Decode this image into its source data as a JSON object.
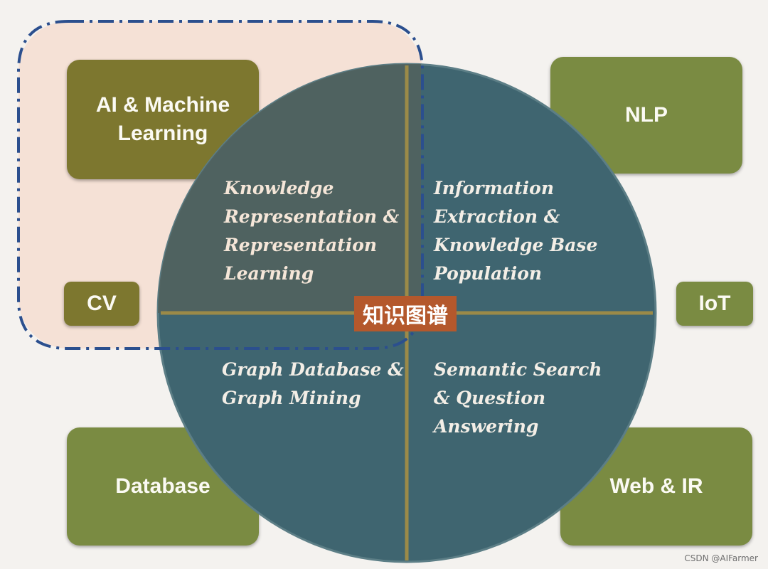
{
  "boxes": {
    "ai_line1": "AI & Machine",
    "ai_line2": "Learning",
    "cv": "CV",
    "nlp": "NLP",
    "iot": "IoT",
    "database": "Database",
    "web_ir": "Web & IR"
  },
  "center": "知识图谱",
  "quadrants": {
    "top_left": [
      "Knowledge",
      "Representation &",
      "Representation",
      "Learning"
    ],
    "top_right": [
      "Information",
      "Extraction &",
      "Knowledge Base",
      "Population"
    ],
    "bottom_left": [
      "Graph Database &",
      "Graph Mining"
    ],
    "bottom_right": [
      "Semantic Search",
      "& Question",
      "Answering"
    ]
  },
  "credit": "CSDN @AIFarmer",
  "colors": {
    "circle": "#3f6570",
    "box_olive": "#7d772f",
    "box_green": "#7a8b42",
    "region_fill": "#f5e1d6",
    "dashed_outline": "#2b4f8e",
    "center_badge": "#b4582c",
    "axis_lines": "#9b8a48"
  }
}
